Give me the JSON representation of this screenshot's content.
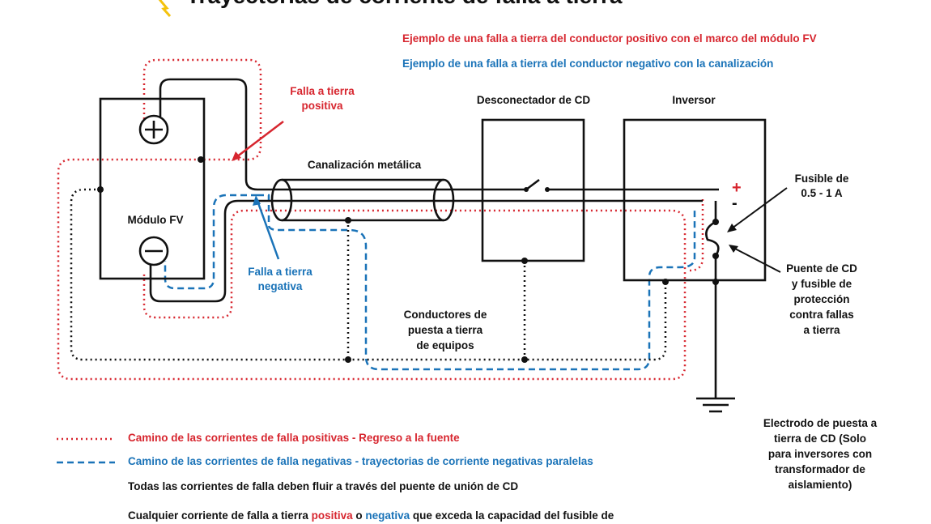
{
  "title": "Trayectorias de corriente de falla a tierra",
  "example_positive": "Ejemplo de una falla a tierra del conductor positivo con el marco del módulo FV",
  "example_negative": "Ejemplo de una falla a tierra del conductor negativo con la canalización",
  "labels": {
    "falla_pos_1": "Falla a tierra",
    "falla_pos_2": "positiva",
    "falla_neg_1": "Falla a tierra",
    "falla_neg_2": "negativa",
    "modulo": "Módulo FV",
    "canalizacion": "Canalización metálica",
    "desconectador": "Desconectador de CD",
    "inversor": "Inversor",
    "plus": "+",
    "minus": "-",
    "fusible_1": "Fusible de",
    "fusible_2": "0.5 - 1 A",
    "puente_1": "Puente de CD",
    "puente_2": "y fusible de",
    "puente_3": "protección",
    "puente_4": "contra fallas",
    "puente_5": "a tierra",
    "conductores_1": "Conductores de",
    "conductores_2": "puesta a tierra",
    "conductores_3": "de equipos",
    "electrodo_1": "Electrodo de puesta a",
    "electrodo_2": "tierra de CD (Solo",
    "electrodo_3": "para inversores con",
    "electrodo_4": "transformador de",
    "electrodo_5": "aislamiento)"
  },
  "legend": {
    "positive": "Camino de las corrientes de falla positivas - Regreso a la fuente",
    "negative": "Camino de las corrientes de falla negativas - trayectorias de corriente negativas paralelas",
    "note1": "Todas las corrientes de falla deben fluir a través del puente de unión de CD",
    "note2_a": "Cualquier corriente de falla a tierra ",
    "note2_pos": "positiva",
    "note2_o": " o ",
    "note2_neg": "negativa",
    "note2_b": " que exceda la capacidad del fusible de"
  },
  "colors": {
    "positive": "#d7262f",
    "negative": "#1a73b8",
    "wire": "#111111"
  }
}
